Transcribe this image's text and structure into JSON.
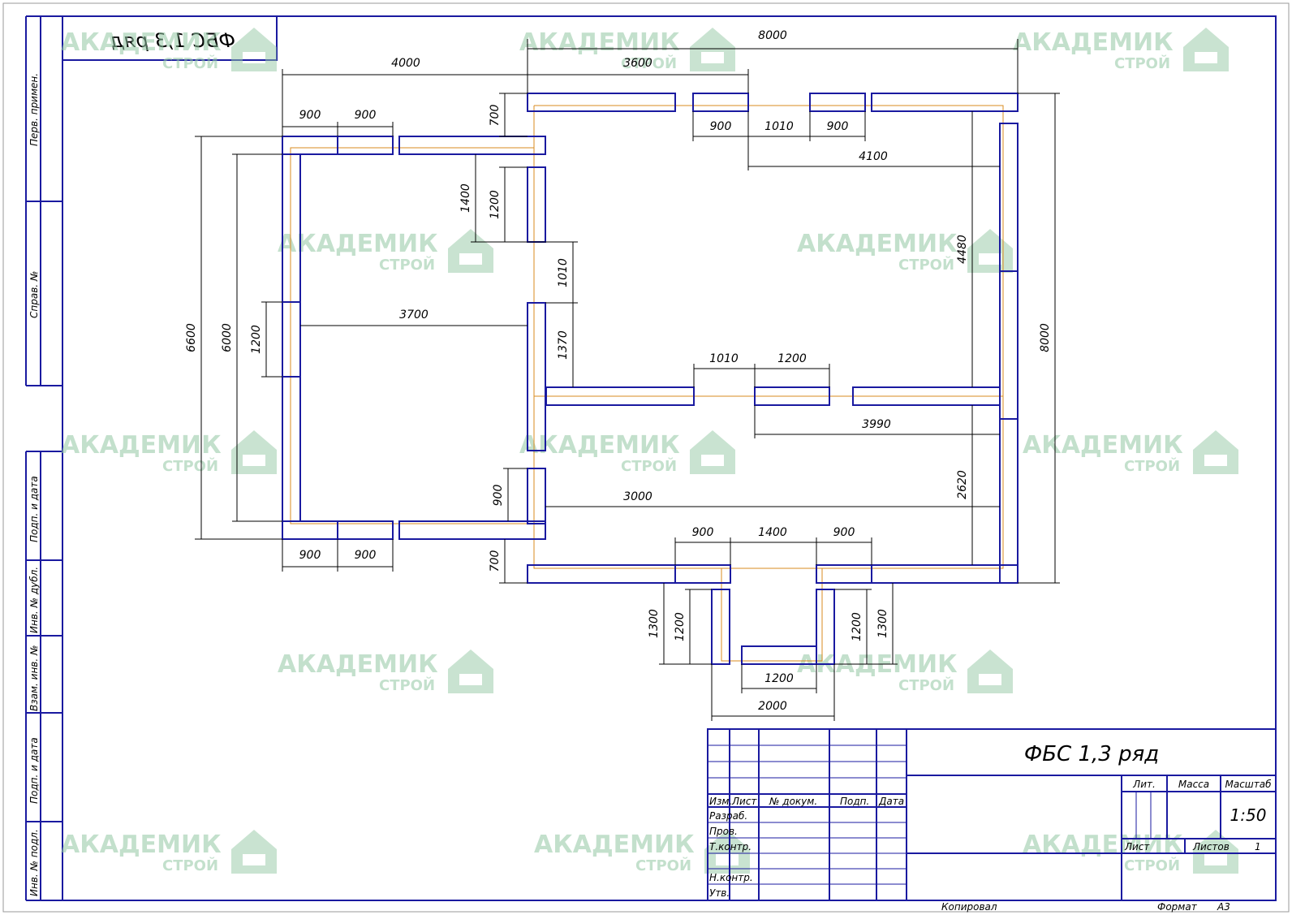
{
  "drawing": {
    "title": "ФБС 1,3 ряд",
    "stamp_mirrored": "ФБС 1,3 ряд",
    "scale": "1:50",
    "sheet_label": "Лист",
    "sheets_label": "Листов",
    "sheets_count": "1",
    "format_label": "Формат",
    "format_value": "А3",
    "copied_label": "Копировал"
  },
  "title_block": {
    "header_cols": [
      "Изм.",
      "Лист",
      "№ докум.",
      "Подп.",
      "Дата"
    ],
    "roles": [
      "Разраб.",
      "Пров.",
      "Т.контр.",
      "",
      "Н.контр.",
      "Утв."
    ],
    "lit_label": "Лит.",
    "mass_label": "Масса",
    "scale_label": "Масштаб"
  },
  "side_margin": {
    "labels": [
      "Перв. примен.",
      "Справ. №",
      "Подп. и дата",
      "Инв. № дубл.",
      "Взам. инв. №",
      "Подп. и дата",
      "Инв. № подл."
    ]
  },
  "watermark": {
    "main": "АКАДЕМИК",
    "sub": "СТРОЙ"
  },
  "dimensions": {
    "top_8000": "8000",
    "top_4000": "4000",
    "top_3600": "3600",
    "top_900a": "900",
    "top_900b": "900",
    "top_900c": "900",
    "top_1010": "1010",
    "top_900d": "900",
    "top_4100": "4100",
    "top_700": "700",
    "left_1400": "1400",
    "left_1200a": "1200",
    "mid_1010": "1010",
    "mid_1370": "1370",
    "mid_3700": "3700",
    "left_6600": "6600",
    "left_6000": "6000",
    "left_1200b": "1200",
    "right_4480": "4480",
    "right_8000": "8000",
    "mid_1010b": "1010",
    "mid_1200": "1200",
    "mid_3990": "3990",
    "right_2620": "2620",
    "bot_900": "900",
    "bot_3000": "3000",
    "bot_700": "700",
    "bot_900a": "900",
    "bot_900b": "900",
    "bot_900c": "900",
    "bot_1400": "1400",
    "bot_900d": "900",
    "porch_1300a": "1300",
    "porch_1200a": "1200",
    "porch_1200b": "1200",
    "porch_1300b": "1300",
    "porch_1200c": "1200",
    "porch_2000": "2000"
  }
}
